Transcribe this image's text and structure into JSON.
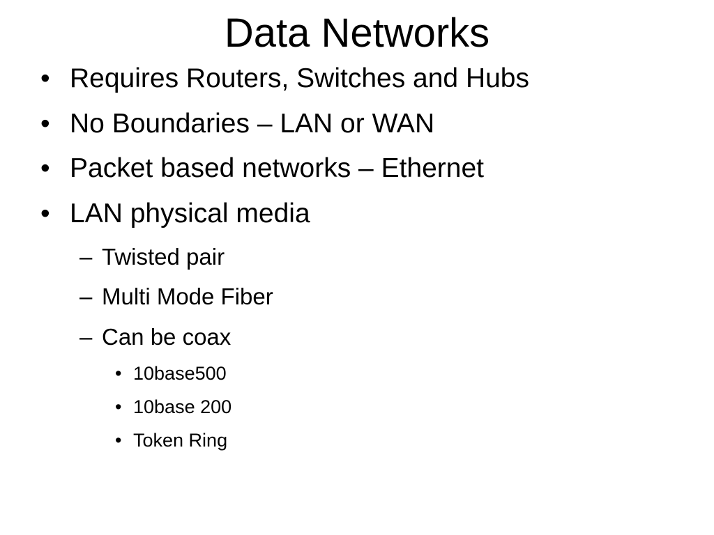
{
  "slide": {
    "title": "Data Networks",
    "bullets": [
      {
        "marker": "•",
        "text": "Requires Routers, Switches and Hubs"
      },
      {
        "marker": "•",
        "text": "No Boundaries – LAN or WAN"
      },
      {
        "marker": "•",
        "text": "Packet based networks – Ethernet"
      },
      {
        "marker": "•",
        "text": "LAN physical media"
      }
    ],
    "sub_bullets": [
      {
        "marker": "–",
        "text": "Twisted pair"
      },
      {
        "marker": "–",
        "text": "Multi Mode Fiber"
      },
      {
        "marker": "–",
        "text": "Can be coax"
      }
    ],
    "sub_sub_bullets": [
      {
        "marker": "•",
        "text": "10base500"
      },
      {
        "marker": "•",
        "text": "10base 200"
      },
      {
        "marker": "•",
        "text": "Token Ring"
      }
    ]
  }
}
